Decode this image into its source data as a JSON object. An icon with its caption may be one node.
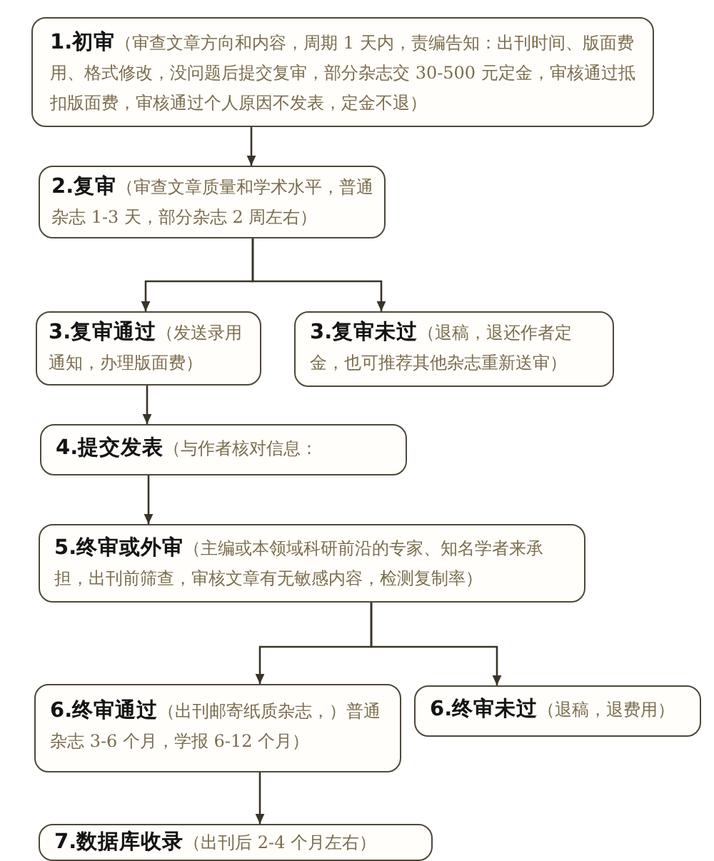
{
  "diagram": {
    "nodes": [
      {
        "text": [
          "**1.初审**（审查文章方向和内容，周期 1 天内，责编告知：出刊时间、版面费用、格式修改，没问题后提交复审，部分杂志交 30-500 元定金，审核通过抵扣版面费，审核通过个人原因不发表，定金不退）"
        ]
      },
      {
        "text": [
          "**2.复审**（审查文章质量和学术水平，普通杂志 1-3 天，部分杂志 2 周左右）"
        ]
      },
      {
        "text": [
          "**3.复审通过**（发送录用通知，办理版面费）"
        ]
      },
      {
        "text": [
          "**3.复审未过**（退稿，退还作者定金，也可推荐其他杂志重新送审）"
        ]
      },
      {
        "text": [
          "**4.提交发表**（与作者核对信息："
        ]
      },
      {
        "text": [
          "**5.终审或外审**（主编或本领域科研前沿的专家、知名学者来承担，出刊前筛查，审核文章有无敏感内容，检测复制率）"
        ]
      },
      {
        "text": [
          "**6.终审通过**（出刊邮寄纸质杂志，）普通杂志 3-6 个月，学报 6-12 个月）"
        ]
      },
      {
        "text": [
          "**6.终审未过**（退稿，退费用）"
        ]
      },
      {
        "text": [
          "**7.数据库收录**（出刊后 2-4 个月左右）"
        ]
      }
    ],
    "edges": [
      {
        "from": 0,
        "to": 1,
        "arrow": "to"
      },
      {
        "from": 1,
        "to": 2,
        "arrow": "to"
      },
      {
        "from": 1,
        "to": 3,
        "arrow": "to"
      },
      {
        "from": 2,
        "to": 4,
        "arrow": "to"
      },
      {
        "from": 4,
        "to": 5,
        "arrow": "to"
      },
      {
        "from": 5,
        "to": 6,
        "arrow": "to"
      },
      {
        "from": 5,
        "to": 7,
        "arrow": "to"
      },
      {
        "from": 6,
        "to": 8,
        "arrow": "to"
      }
    ]
  }
}
